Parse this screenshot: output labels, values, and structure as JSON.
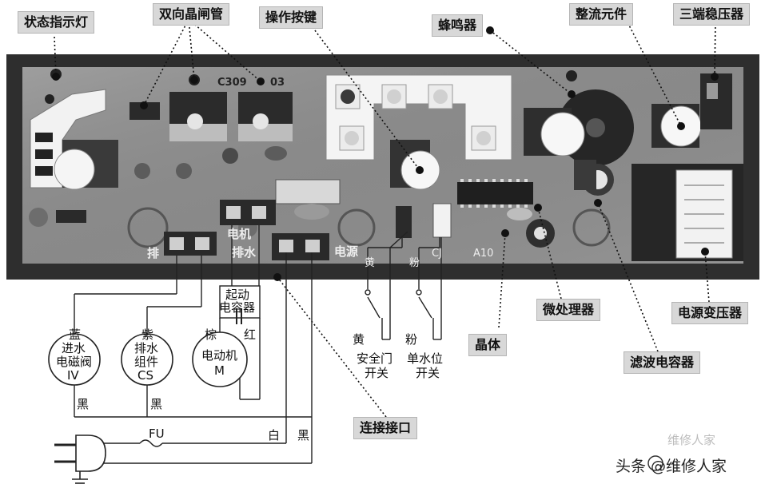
{
  "callouts": {
    "status_light": "状态指示灯",
    "triac": "双向晶闸管",
    "buttons": "操作按键",
    "buzzer": "蜂鸣器",
    "rectifier": "整流元件",
    "regulator": "三端稳压器",
    "mcu": "微处理器",
    "crystal": "晶体",
    "power_transformer": "电源变压器",
    "filter_cap": "滤波电容器",
    "connector": "连接接口"
  },
  "board_labels": {
    "motor": "电机",
    "drain": "排水",
    "drain_left": "排",
    "power": "电源",
    "yellow": "黄",
    "pink": "粉",
    "cj": "CJ",
    "a10": "A10",
    "part_no": "C309",
    "part_no_b": "03"
  },
  "wiring": {
    "blue": "蓝",
    "purple": "紫",
    "brown": "棕",
    "red": "红",
    "black_left": "黑",
    "black_mid": "黑",
    "start_cap_line1": "起动",
    "start_cap_line2": "电容器",
    "valve_line1": "进水",
    "valve_line2": "电磁阀",
    "valve_code": "IV",
    "drain_unit_line1": "排水",
    "drain_unit_line2": "组件",
    "drain_unit_code": "CS",
    "motor_line1": "电动机",
    "motor_code": "M",
    "door_wire": "黄",
    "level_wire": "粉",
    "door_switch_line1": "安全门",
    "door_switch_line2": "开关",
    "level_switch_line1": "单水位",
    "level_switch_line2": "开关",
    "fuse": "FU",
    "white": "白",
    "black_right": "黑"
  },
  "watermark": {
    "main": "头条 @维修人家",
    "faint": "维修人家"
  }
}
